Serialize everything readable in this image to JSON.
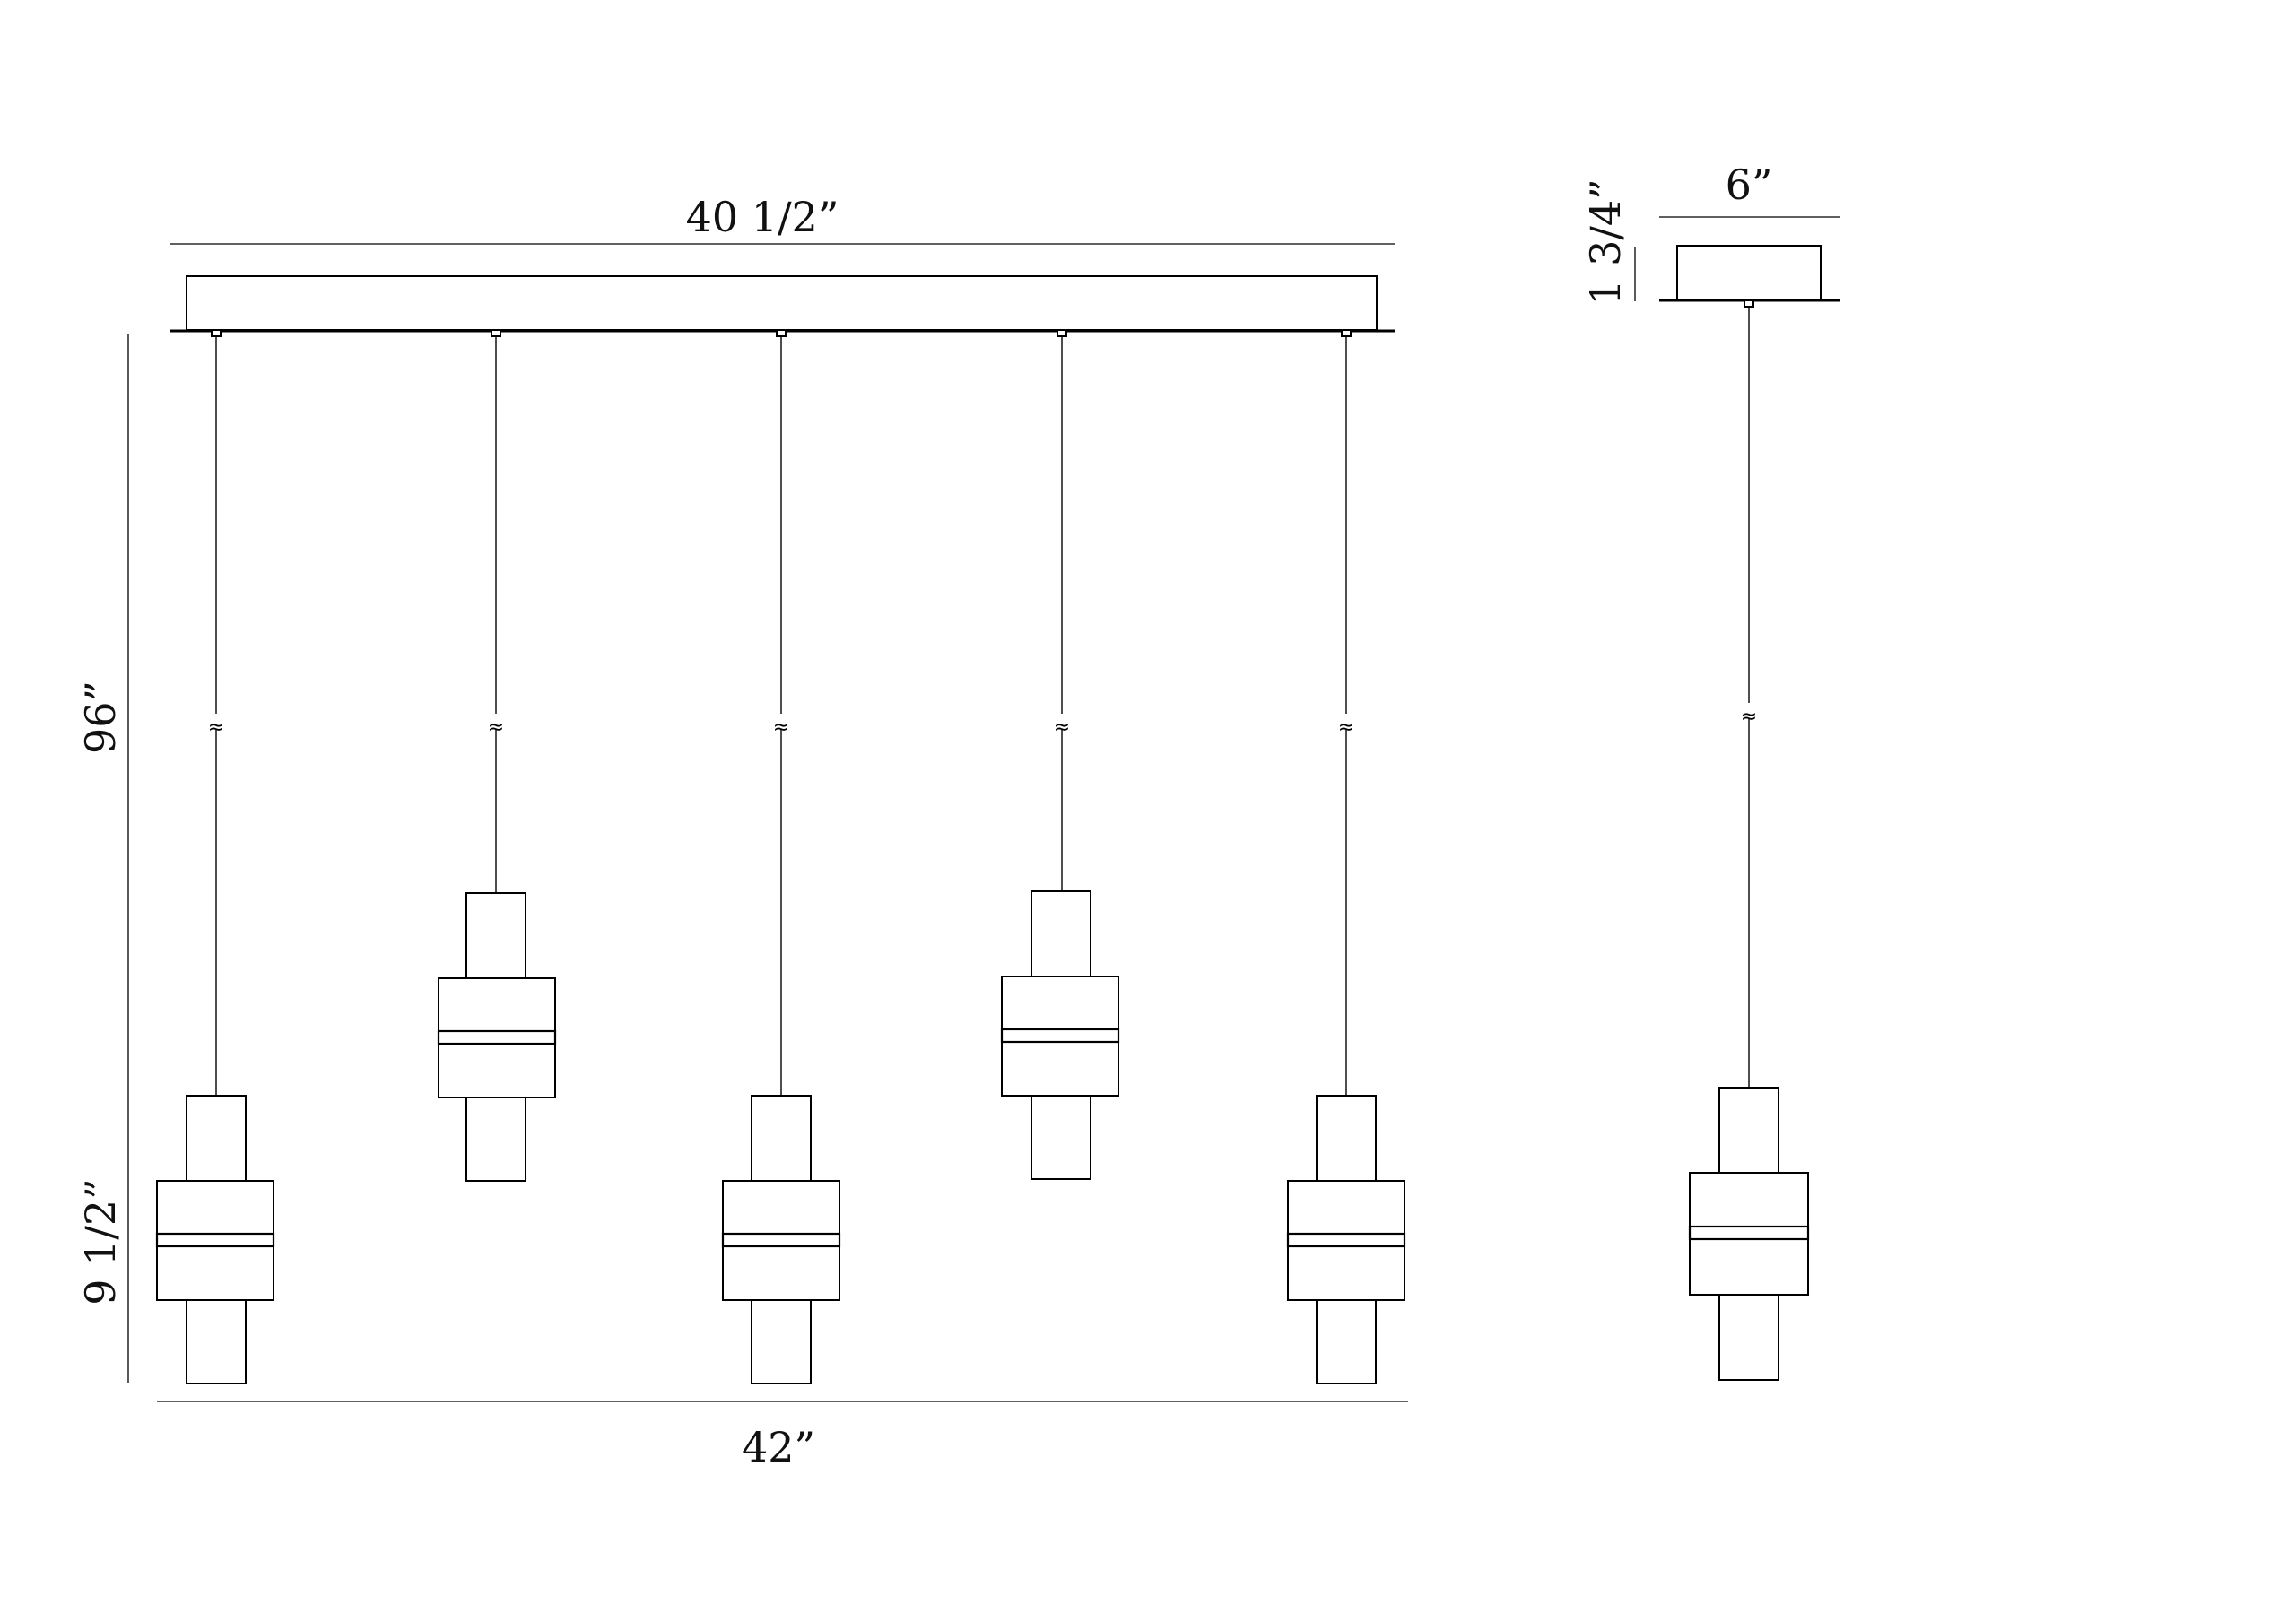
{
  "labels": {
    "canopy_width": "40  1/2”",
    "overall_width": "42”",
    "overall_height": "96”",
    "pendant_height": "9  1/2”",
    "side_canopy_width": "6”",
    "side_canopy_height": "1  3/4”"
  },
  "symbols": {
    "cord_break": "≈"
  }
}
